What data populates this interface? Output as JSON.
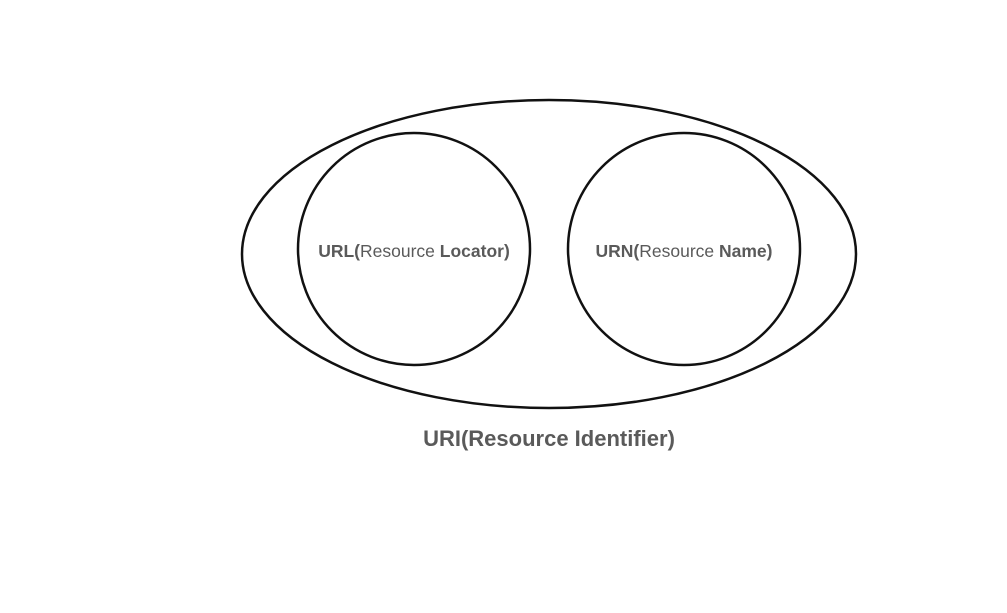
{
  "diagram": {
    "colors": {
      "stroke": "#111111",
      "text": "#5a5a5a",
      "background": "#ffffff"
    },
    "outer": {
      "label": "URI(Resource Identifier)"
    },
    "url": {
      "acronym": "URL(",
      "resource": "Resource ",
      "kind": "Locator)"
    },
    "urn": {
      "acronym": "URN(",
      "resource": "Resource ",
      "kind": "Name)"
    }
  }
}
